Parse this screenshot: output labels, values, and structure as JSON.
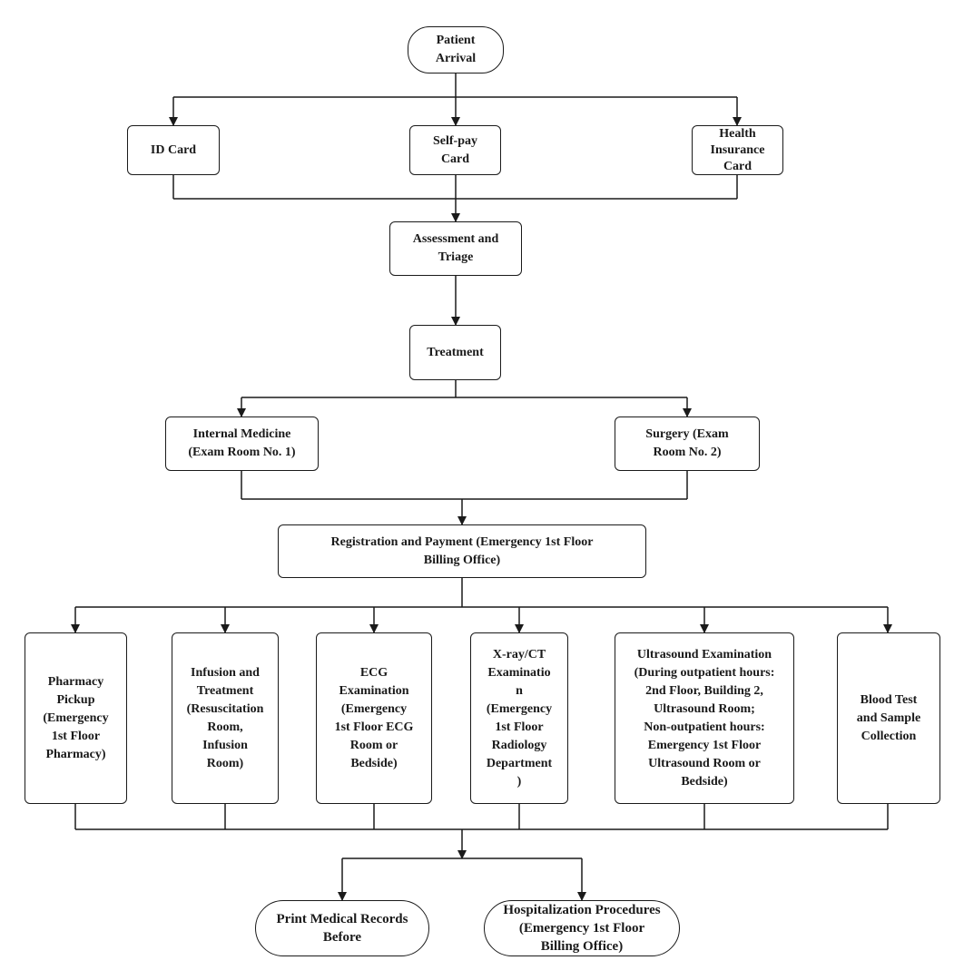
{
  "nodes": {
    "patient_arrival": "Patient\nArrival",
    "id_card": "ID Card",
    "self_pay_card": "Self-pay\nCard",
    "health_insurance_card": "Health\nInsurance\nCard",
    "assessment_triage": "Assessment and\nTriage",
    "treatment": "Treatment",
    "internal_medicine": "Internal Medicine\n(Exam Room No. 1)",
    "surgery": "Surgery (Exam\nRoom No. 2)",
    "registration_payment": "Registration and Payment (Emergency 1st Floor\nBilling Office)",
    "pharmacy_pickup": "Pharmacy\nPickup\n(Emergency\n1st Floor\nPharmacy)",
    "infusion_treatment": "Infusion and\nTreatment\n(Resuscitation\nRoom,\nInfusion\nRoom)",
    "ecg_examination": "ECG\nExamination\n(Emergency\n1st Floor ECG\nRoom or\nBedside)",
    "xray_ct": "X-ray/CT\nExaminatio\nn\n(Emergency\n1st Floor\nRadiology\nDepartment\n)",
    "ultrasound": "Ultrasound Examination\n(During outpatient hours:\n2nd Floor, Building 2,\nUltrasound Room;\nNon-outpatient hours:\nEmergency 1st Floor\nUltrasound Room or\nBedside)",
    "blood_test": "Blood Test\nand Sample\nCollection",
    "print_records": "Print Medical Records\nBefore",
    "hospitalization": "Hospitalization Procedures\n(Emergency 1st Floor\nBilling Office)"
  },
  "colors": {
    "stroke": "#1a1a1a",
    "background": "#ffffff"
  }
}
